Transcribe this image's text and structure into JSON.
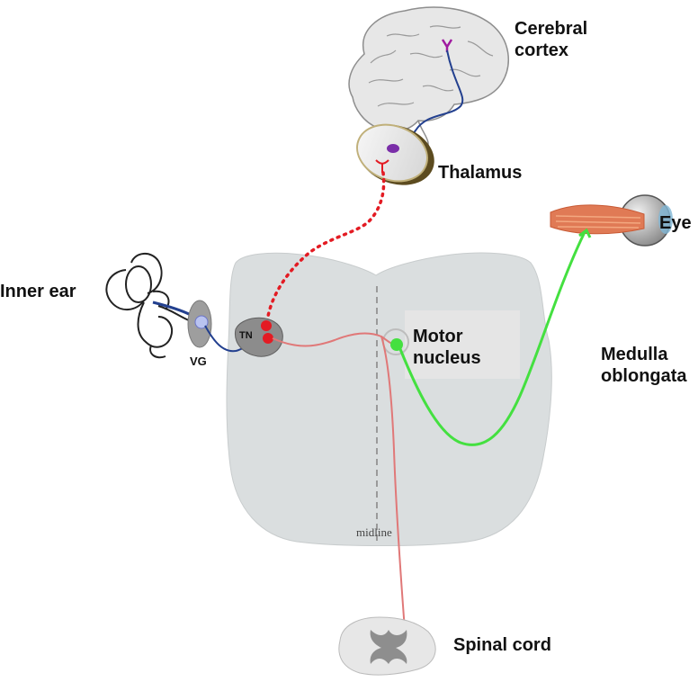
{
  "labels": {
    "cerebral_cortex": "Cerebral\ncortex",
    "thalamus": "Thalamus",
    "eye": "Eye",
    "inner_ear": "Inner ear",
    "vg": "VG",
    "tn": "TN",
    "motor_nucleus": "Motor\nnucleus",
    "medulla_oblongata": "Medulla\noblongata",
    "midline": "midline",
    "spinal_cord": "Spinal cord"
  },
  "colors": {
    "medulla": "#dadedf",
    "sensory_pathway": "#23408f",
    "thalamic_projection": "#e31b23",
    "motor_pathway": "#44e040",
    "spinal_projection": "#e07878",
    "nucleus_tn": "#8c8c8c"
  }
}
